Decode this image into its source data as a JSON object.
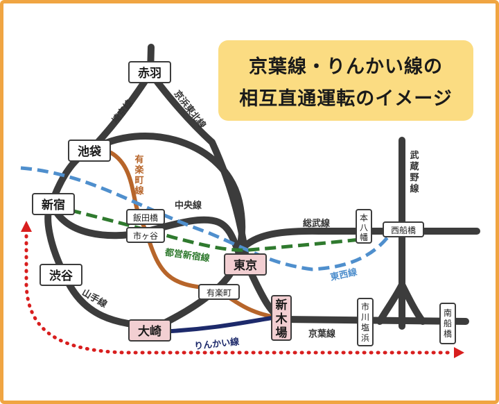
{
  "title": {
    "line1": "京葉線・りんかい線の",
    "line2": "相互直通運転のイメージ"
  },
  "stations": {
    "akabane": "赤羽",
    "ikebukuro": "池袋",
    "shinjuku": "新宿",
    "shibuya": "渋谷",
    "osaki": "大崎",
    "iidabashi": "飯田橋",
    "ichigaya": "市ヶ谷",
    "tokyo": "東京",
    "yurakucho": "有楽町",
    "shinkiba": "新木場",
    "motoyawata": "本八幡",
    "nishifunabashi": "西船橋",
    "ichikawashiohama": "市川塩浜",
    "minamifunabashi": "南船橋"
  },
  "lines": {
    "saikyo": "埼京線",
    "keihin_tohoku": "京浜東北線",
    "yurakucho": "有楽町線",
    "chuo": "中央線",
    "toei_shinjuku": "都営新宿線",
    "sobu": "総武線",
    "tozai": "東西線",
    "yamanote": "山手線",
    "rinkai": "りんかい線",
    "keiyo": "京葉線",
    "musashino": "武蔵野線"
  },
  "colors": {
    "frame": "#f0a542",
    "title_bg": "#fbdc82",
    "jr_line": "#3c3c3c",
    "yurakucho": "#b7652a",
    "tozai": "#4f8fcd",
    "toei_shinjuku": "#2f7a2e",
    "rinkai": "#1d2a6b",
    "through_service": "#d81e1e",
    "highlight_station": "#f2cfd2"
  }
}
